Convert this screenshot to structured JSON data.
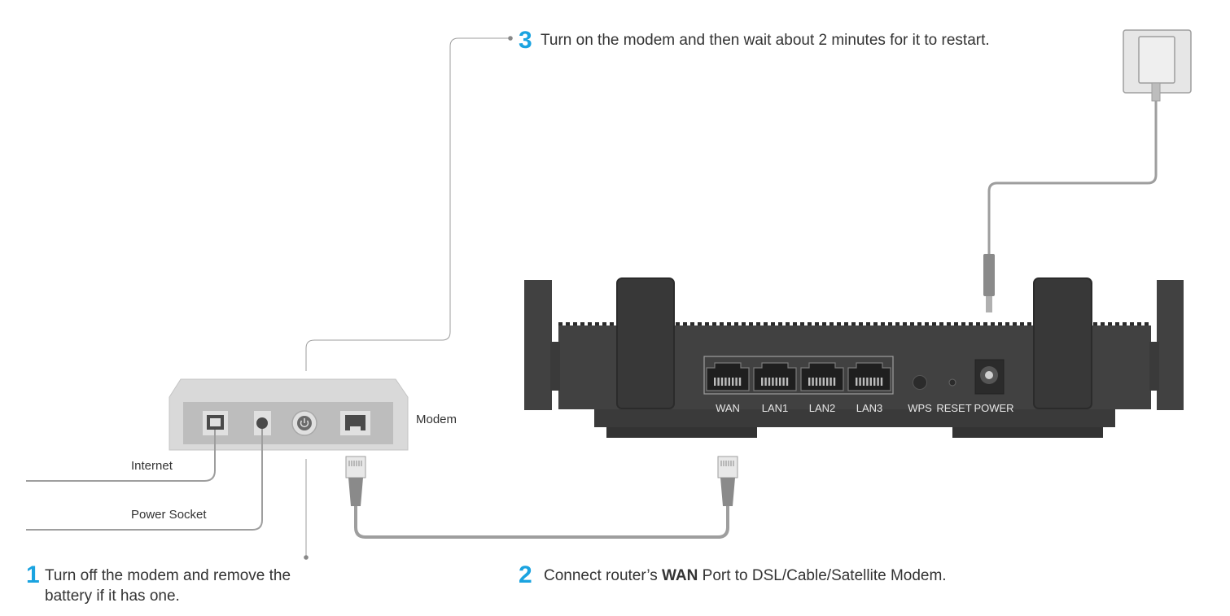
{
  "colors": {
    "accent": "#1aa3e0",
    "router_body": "#414141",
    "router_dark": "#333333",
    "modem_body": "#d9d9d9",
    "modem_panel": "#bdbdbd",
    "cable": "#888888",
    "text": "#333333"
  },
  "steps": [
    {
      "number": "1",
      "line1": "Turn off the modem and remove the",
      "line2": "battery if it has one."
    },
    {
      "number": "2",
      "text_before": "Connect router’s ",
      "text_bold": "WAN",
      "text_after": " Port to DSL/Cable/Satellite Modem."
    },
    {
      "number": "3",
      "text": "Turn on the modem and then wait about 2 minutes for it to restart."
    }
  ],
  "modem": {
    "label": "Modem",
    "internet_label": "Internet",
    "power_socket_label": "Power Socket",
    "icons": [
      "phone-port-icon",
      "power-jack-icon",
      "power-button-icon",
      "ethernet-port-icon"
    ]
  },
  "router": {
    "ports": [
      "WAN",
      "LAN1",
      "LAN2",
      "LAN3"
    ],
    "wps_label": "WPS",
    "reset_label": "RESET",
    "power_label": "POWER"
  }
}
